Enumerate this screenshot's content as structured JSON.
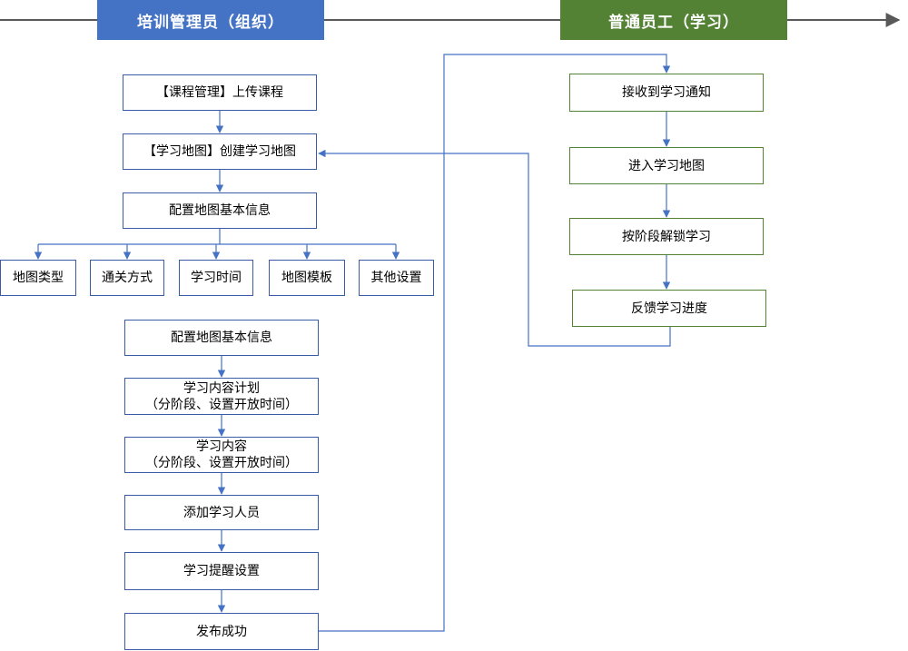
{
  "lanes": {
    "admin": "培训管理员（组织）",
    "employee": "普通员工（学习）"
  },
  "admin_flow": {
    "upload_course": "【课程管理】上传课程",
    "create_map": "【学习地图】创建学习地图",
    "config_basic_1": "配置地图基本信息",
    "options": [
      "地图类型",
      "通关方式",
      "学习时间",
      "地图模板",
      "其他设置"
    ],
    "config_basic_2": "配置地图基本信息",
    "content_plan": [
      "学习内容计划",
      "（分阶段、设置开放时间）"
    ],
    "content": [
      "学习内容",
      "（分阶段、设置开放时间）"
    ],
    "add_learners": "添加学习人员",
    "reminder": "学习提醒设置",
    "publish": "发布成功"
  },
  "employee_flow": {
    "receive_notice": "接收到学习通知",
    "enter_map": "进入学习地图",
    "unlock_stages": "按阶段解锁学习",
    "feedback": "反馈学习进度"
  },
  "colors": {
    "admin": "#4472C4",
    "employee": "#548235",
    "connector": "#4472C4",
    "lane_line": "#595959"
  }
}
